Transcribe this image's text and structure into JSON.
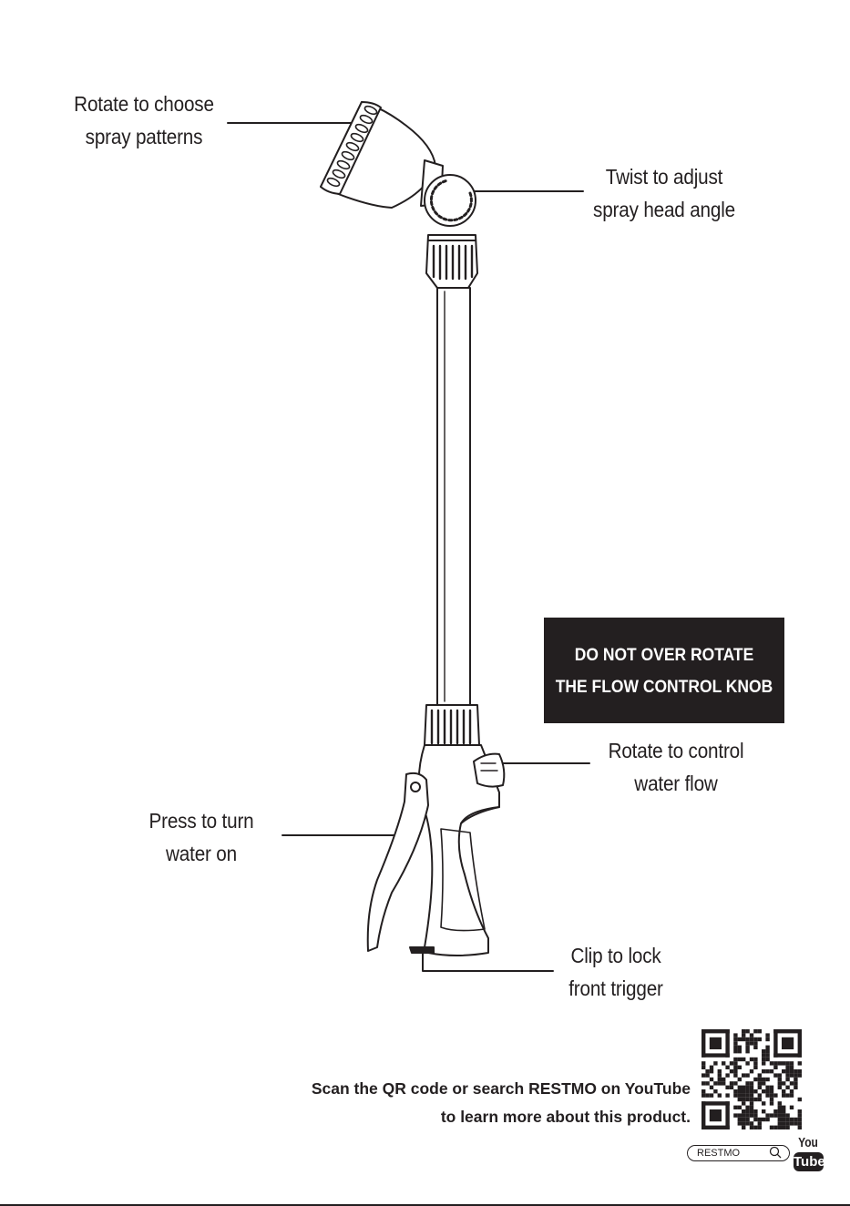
{
  "callouts": {
    "spray_patterns": [
      "Rotate to choose",
      "spray patterns"
    ],
    "head_angle": [
      "Twist to adjust",
      "spray head angle"
    ],
    "water_flow": [
      "Rotate to control",
      "water flow"
    ],
    "turn_on": [
      "Press to turn",
      "water on"
    ],
    "lock_trigger": [
      "Clip to lock",
      "front trigger"
    ]
  },
  "warning": [
    "DO NOT OVER ROTATE",
    "THE FLOW CONTROL KNOB"
  ],
  "footer": {
    "scan_line1": "Scan the QR code or search RESTMO on YouTube",
    "scan_line2": "to learn more about this product.",
    "search_term": "RESTMO",
    "youtube_you": "You",
    "youtube_tube": "Tube"
  },
  "colors": {
    "ink": "#231f20",
    "paper": "#ffffff"
  },
  "icons": [
    "magnifier-icon",
    "youtube-logo-icon",
    "qr-code-icon"
  ]
}
